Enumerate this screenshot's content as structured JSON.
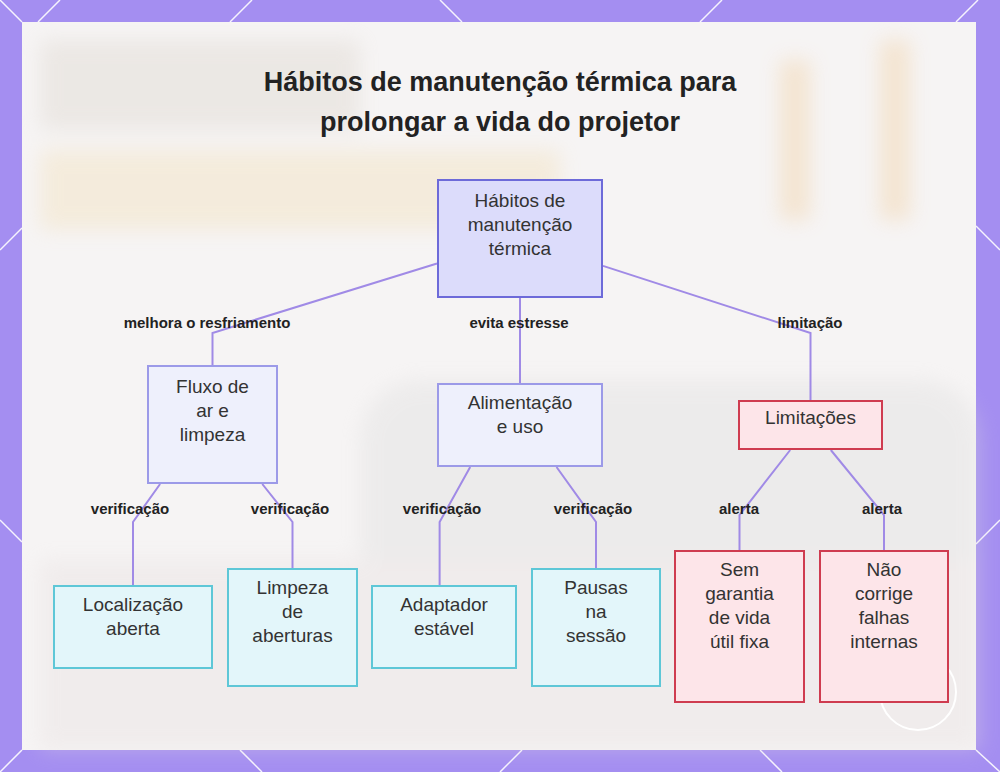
{
  "diagram": {
    "title": "Hábitos de manutenção térmica para prolongar a vida do projetor",
    "nodes": [
      {
        "text": [
          "Hábitos de manutenção térmica"
        ]
      },
      {
        "text": [
          "Fluxo de ar e limpeza"
        ]
      },
      {
        "text": [
          "Alimentação e uso"
        ]
      },
      {
        "text": [
          "Limitações"
        ]
      },
      {
        "text": [
          "Localização aberta"
        ]
      },
      {
        "text": [
          "Limpeza de aberturas"
        ]
      },
      {
        "text": [
          "Adaptador estável"
        ]
      },
      {
        "text": [
          "Pausas na sessão"
        ]
      },
      {
        "text": [
          "Sem garantia de vida útil fixa"
        ]
      },
      {
        "text": [
          "Não corrige falhas internas"
        ]
      }
    ],
    "edges": [
      {
        "from": 0,
        "to": 1,
        "label": "melhora o resfriamento",
        "arrow": "none"
      },
      {
        "from": 0,
        "to": 2,
        "label": "evita estresse",
        "arrow": "none"
      },
      {
        "from": 0,
        "to": 3,
        "label": "limitação",
        "arrow": "none"
      },
      {
        "from": 1,
        "to": 4,
        "label": "verificação",
        "arrow": "none"
      },
      {
        "from": 1,
        "to": 5,
        "label": "verificação",
        "arrow": "none"
      },
      {
        "from": 2,
        "to": 6,
        "label": "verificação",
        "arrow": "none"
      },
      {
        "from": 2,
        "to": 7,
        "label": "verificação",
        "arrow": "none"
      },
      {
        "from": 3,
        "to": 8,
        "label": "alerta",
        "arrow": "none"
      },
      {
        "from": 3,
        "to": 9,
        "label": "alerta",
        "arrow": "none"
      }
    ]
  }
}
